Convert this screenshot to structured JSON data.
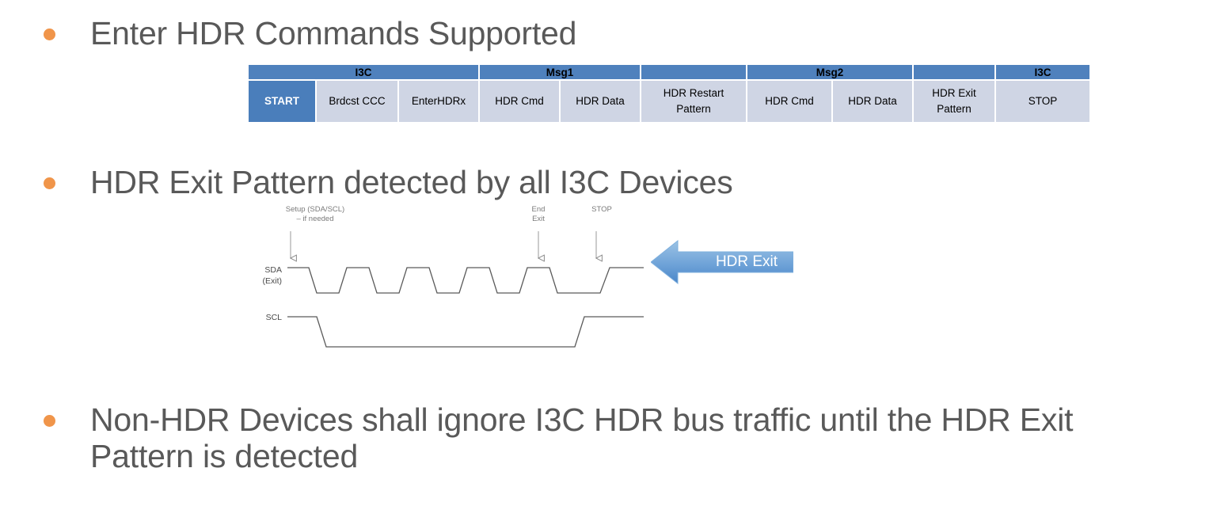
{
  "slide": {
    "bullets": [
      {
        "text": "Enter HDR Commands Supported"
      },
      {
        "text": "HDR Exit Pattern detected by all I3C Devices"
      },
      {
        "text": "Non-HDR Devices shall ignore I3C HDR bus traffic until the HDR Exit\nPattern is detected"
      }
    ],
    "bullet_color": "#F0954A",
    "text_color": "#595959"
  },
  "timing_table": {
    "header_color": "#4F81BD",
    "cell_color": "#CFD5E4",
    "start_cell_color": "#4A7EBB",
    "groups": [
      {
        "label": "I3C",
        "span": 3
      },
      {
        "label": "Msg1",
        "span": 2
      },
      {
        "label": "",
        "span": 1
      },
      {
        "label": "Msg2",
        "span": 2
      },
      {
        "label": "",
        "span": 1
      },
      {
        "label": "I3C",
        "span": 1
      }
    ],
    "cells": [
      {
        "label": "START",
        "emphasis": true
      },
      {
        "label": "Brdcst CCC",
        "emphasis": false
      },
      {
        "label": "EnterHDRx",
        "emphasis": false
      },
      {
        "label": "HDR Cmd",
        "emphasis": false
      },
      {
        "label": "HDR Data",
        "emphasis": false
      },
      {
        "label": "HDR Restart\nPattern",
        "emphasis": false
      },
      {
        "label": "HDR Cmd",
        "emphasis": false
      },
      {
        "label": "HDR Data",
        "emphasis": false
      },
      {
        "label": "HDR Exit\nPattern",
        "emphasis": false
      },
      {
        "label": "STOP",
        "emphasis": false
      }
    ]
  },
  "waveform": {
    "signals": [
      {
        "name": "SDA\n(Exit)"
      },
      {
        "name": "SCL"
      }
    ],
    "annotations": [
      {
        "label": "Setup (SDA/SCL)\n– if needed"
      },
      {
        "label": "End\nExit"
      },
      {
        "label": "STOP"
      }
    ],
    "line_color": "#5A5A5A",
    "label_color": "#7A7A7A"
  },
  "callout": {
    "label": "HDR Exit",
    "fill_start": "#9CC3E5",
    "fill_end": "#4A86C8",
    "direction": "left"
  }
}
